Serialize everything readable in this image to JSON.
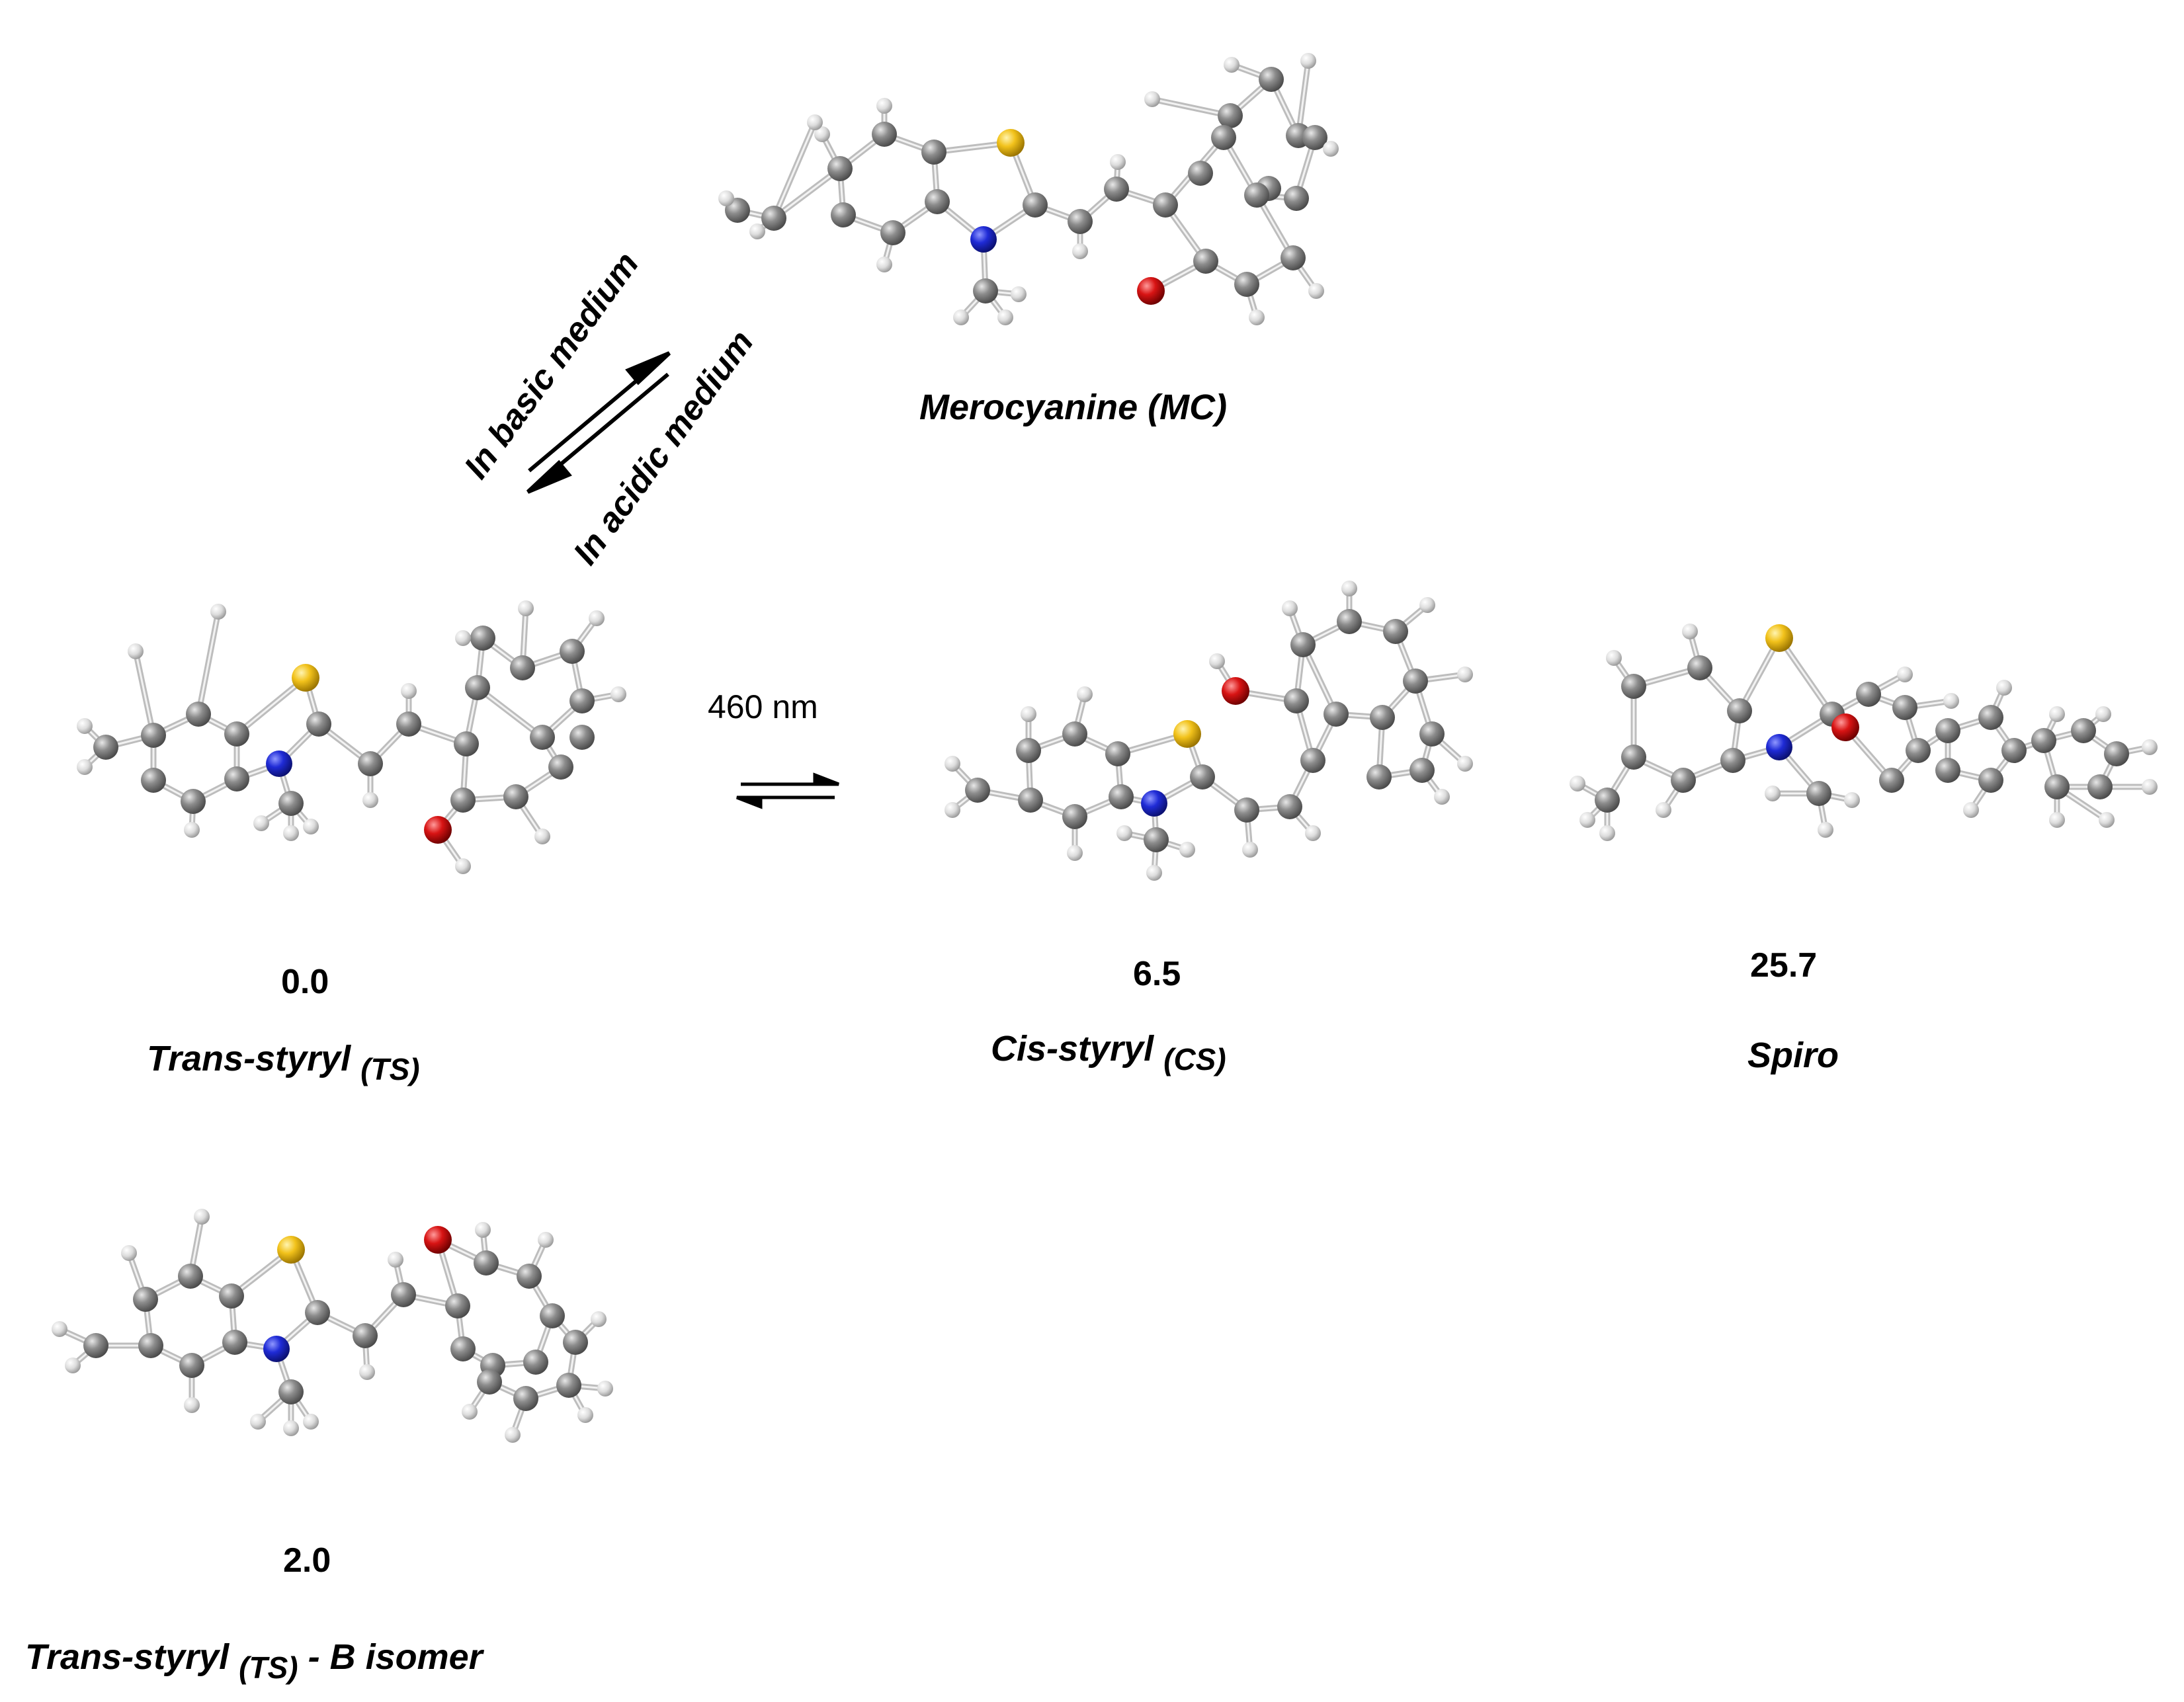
{
  "conditions": {
    "basic": "In basic medium",
    "acidic": "In acidic medium",
    "wavelength": "460 nm"
  },
  "molecules": {
    "mc": {
      "name": "Merocyanine (MC)",
      "energy": ""
    },
    "ts": {
      "name": "Trans-styryl",
      "abbr": "(TS)",
      "energy": "0.0"
    },
    "cs": {
      "name": "Cis-styryl",
      "abbr": "(CS)",
      "energy": "6.5"
    },
    "spiro": {
      "name": "Spiro",
      "energy": "25.7"
    },
    "tsb": {
      "name": "Trans-styryl",
      "abbr": "(TS)",
      "suffix": " - B isomer",
      "energy": "2.0"
    }
  },
  "atom_colors": {
    "carbon": "#8c8c8c",
    "hydrogen": "#e6e6e6",
    "nitrogen": "#1f2bd6",
    "sulfur": "#f2c21b",
    "oxygen": "#d81414"
  }
}
